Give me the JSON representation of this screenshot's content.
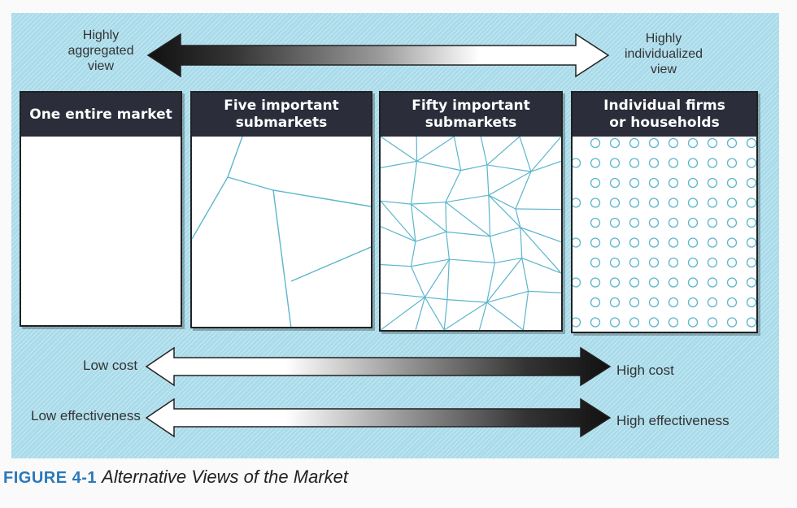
{
  "top_arrow": {
    "left_label": "Highly\naggregated\nview",
    "right_label": "Highly\nindividualized\nview"
  },
  "boxes": [
    {
      "title": "One entire market"
    },
    {
      "title": "Five important\nsubmarkets"
    },
    {
      "title": "Fifty important\nsubmarkets"
    },
    {
      "title": "Individual firms\nor households"
    }
  ],
  "cost_arrow": {
    "left_label": "Low cost",
    "right_label": "High cost"
  },
  "effectiveness_arrow": {
    "left_label": "Low effectiveness",
    "right_label": "High effectiveness"
  },
  "caption": {
    "figure": "FIGURE 4-1",
    "title": "Alternative Views of the Market"
  },
  "colors": {
    "panel": "#a9dbea",
    "header": "#2b2d3a",
    "caption_accent": "#2c78b8",
    "lines": "#5cb6cc"
  }
}
